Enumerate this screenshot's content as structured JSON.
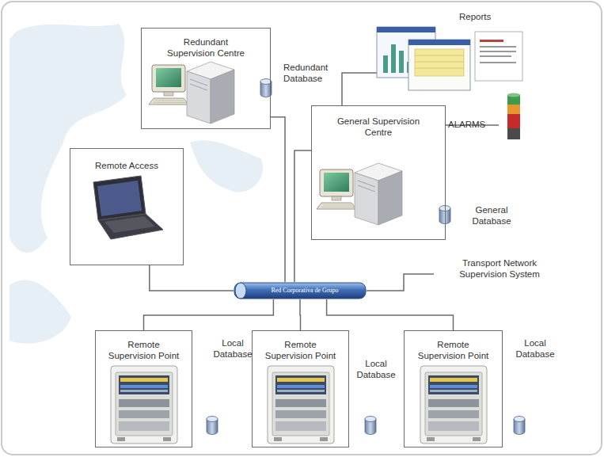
{
  "diagram": {
    "nodes": [
      {
        "text": [
          "Redundant Supervision Centre"
        ]
      },
      {
        "text": [
          "General Supervision Centre"
        ]
      },
      {
        "text": [
          "Remote Access"
        ]
      },
      {
        "text": [
          "Red Corporativa de Grupo"
        ]
      },
      {
        "text": [
          "Remote Supervision Point"
        ]
      },
      {
        "text": [
          "Remote Supervision Point"
        ]
      },
      {
        "text": [
          "Remote Supervision Point"
        ]
      }
    ],
    "edges": [
      {
        "from": 0,
        "to": 3,
        "arrow": "none"
      },
      {
        "from": 1,
        "to": 3,
        "arrow": "none"
      },
      {
        "from": 2,
        "to": 3,
        "arrow": "none"
      },
      {
        "from": 3,
        "to": 4,
        "arrow": "none"
      },
      {
        "from": 3,
        "to": 5,
        "arrow": "none"
      },
      {
        "from": 3,
        "to": 6,
        "arrow": "none"
      }
    ],
    "labels": [
      "Reports",
      "Redundant Database",
      "ALARMS",
      "General Database",
      "Transport Network Supervision System",
      "Local Database",
      "Local Database",
      "Local Database"
    ]
  }
}
